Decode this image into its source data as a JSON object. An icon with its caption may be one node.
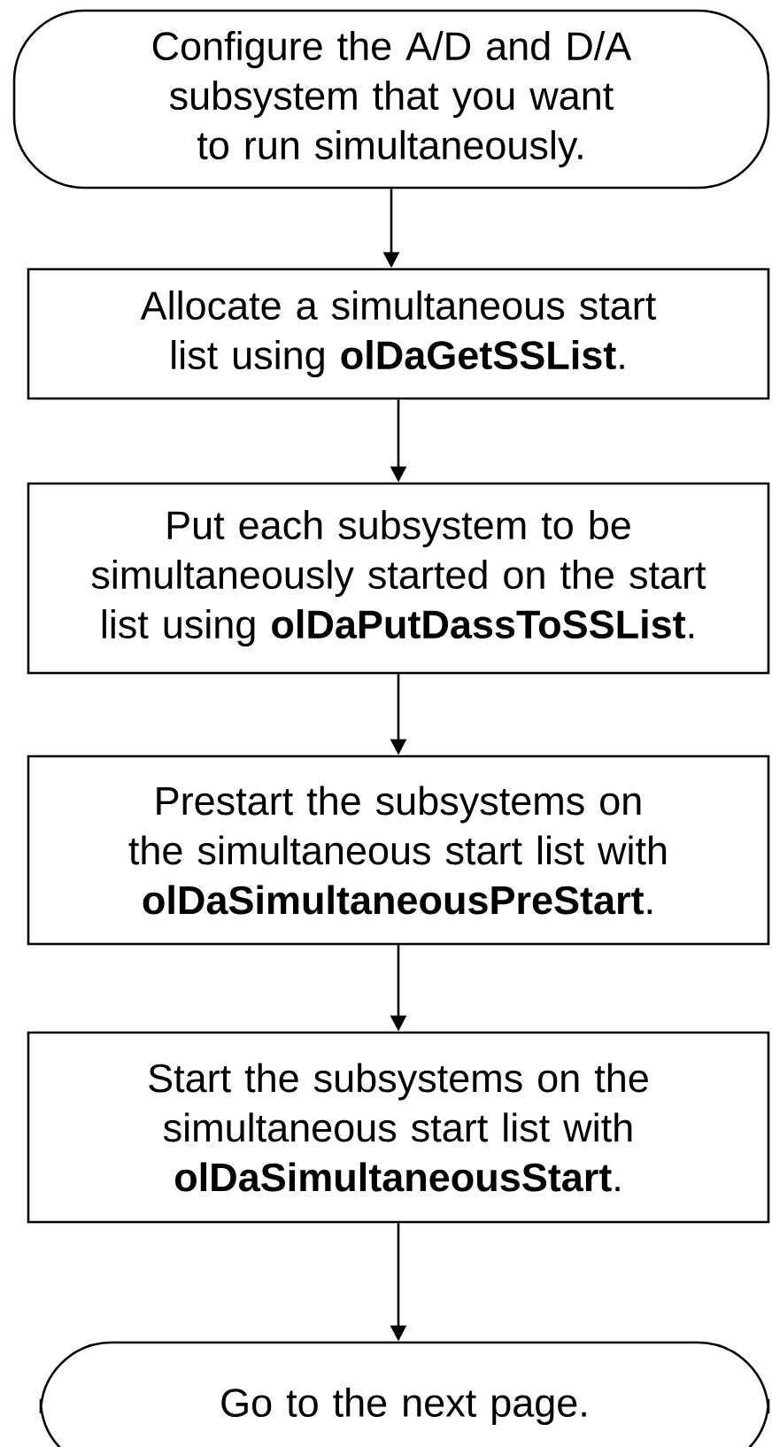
{
  "diagram": {
    "nodes": [
      {
        "text": [
          "Configure the A/D and D/A subsystem that you want to run simultaneously."
        ]
      },
      {
        "text": [
          "Allocate a simultaneous start list using **olDaGetSSList**."
        ]
      },
      {
        "text": [
          "Put each subsystem to be simultaneously started on the start list using **olDaPutDassToSSList**."
        ]
      },
      {
        "text": [
          "Prestart the subsystems on the simultaneous start list with **olDaSimultaneousPreStart**."
        ]
      },
      {
        "text": [
          "Start the subsystems on the simultaneous start list with **olDaSimultaneousStart**."
        ]
      },
      {
        "text": [
          "Go to the next page."
        ]
      }
    ],
    "edges": [
      {
        "from": 0,
        "to": 1,
        "arrow": "to"
      },
      {
        "from": 1,
        "to": 2,
        "arrow": "to"
      },
      {
        "from": 2,
        "to": 3,
        "arrow": "to"
      },
      {
        "from": 3,
        "to": 4,
        "arrow": "to"
      },
      {
        "from": 4,
        "to": 5,
        "arrow": "to"
      }
    ]
  }
}
